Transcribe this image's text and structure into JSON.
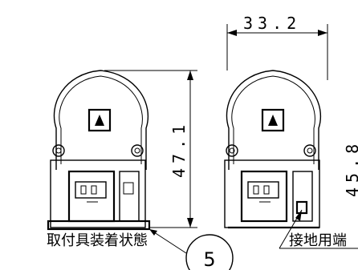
{
  "drawing": {
    "label_left": "取付具装着状態",
    "label_right": "接地用端",
    "dim_height_left": "47.1",
    "dim_height_right": "45.8",
    "dim_width_top": "33.2",
    "balloon_number": "5"
  },
  "colors": {
    "line": "#000000",
    "background": "#ffffff"
  }
}
